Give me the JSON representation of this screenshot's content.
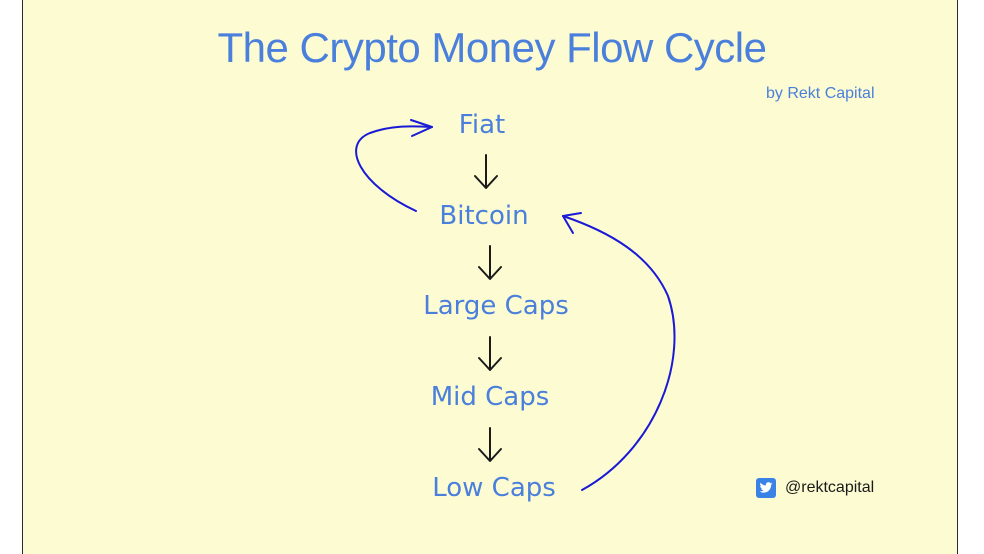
{
  "title": "The Crypto Money Flow Cycle",
  "byline": "by Rekt Capital",
  "nodes": {
    "fiat": "Fiat",
    "bitcoin": "Bitcoin",
    "large_caps": "Large Caps",
    "mid_caps": "Mid Caps",
    "low_caps": "Low Caps"
  },
  "social": {
    "icon": "twitter-icon",
    "handle": "@rektcapital"
  },
  "colors": {
    "background": "#fdfbd1",
    "title_text": "#4a7fdc",
    "loop_arrows": "#1a1ad6",
    "down_arrows": "#1a1a1a"
  }
}
